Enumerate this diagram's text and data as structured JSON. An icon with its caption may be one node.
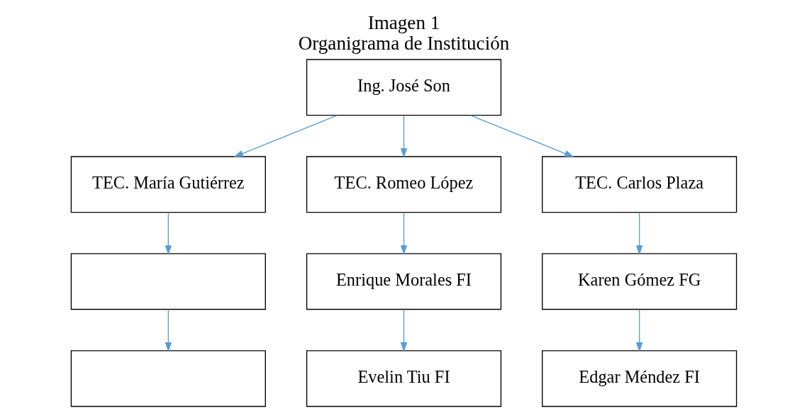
{
  "diagram": {
    "title": "Imagen 1",
    "caption": "Organigrama de Institución",
    "nodes": [
      {
        "text": [
          "Ing. José Son"
        ]
      },
      {
        "text": [
          "TEC. María Gutiérrez"
        ]
      },
      {
        "text": [
          "TEC. Romeo López"
        ]
      },
      {
        "text": [
          "TEC. Carlos Plaza"
        ]
      },
      {
        "text": [],
        "shape": "box"
      },
      {
        "text": [],
        "shape": "box"
      },
      {
        "text": [
          "Enrique Morales FI"
        ]
      },
      {
        "text": [
          "Evelin Tiu FI"
        ]
      },
      {
        "text": [
          "Karen Gómez FG"
        ]
      },
      {
        "text": [
          "Edgar Méndez FI"
        ]
      }
    ],
    "edges": [
      {
        "from": 0,
        "to": 1,
        "arrow": "to"
      },
      {
        "from": 0,
        "to": 2,
        "arrow": "to"
      },
      {
        "from": 0,
        "to": 3,
        "arrow": "to"
      },
      {
        "from": 1,
        "to": 4,
        "arrow": "to"
      },
      {
        "from": 4,
        "to": 5,
        "arrow": "to"
      },
      {
        "from": 2,
        "to": 6,
        "arrow": "to"
      },
      {
        "from": 6,
        "to": 7,
        "arrow": "to"
      },
      {
        "from": 3,
        "to": 8,
        "arrow": "to"
      },
      {
        "from": 8,
        "to": 9,
        "arrow": "to"
      }
    ]
  }
}
